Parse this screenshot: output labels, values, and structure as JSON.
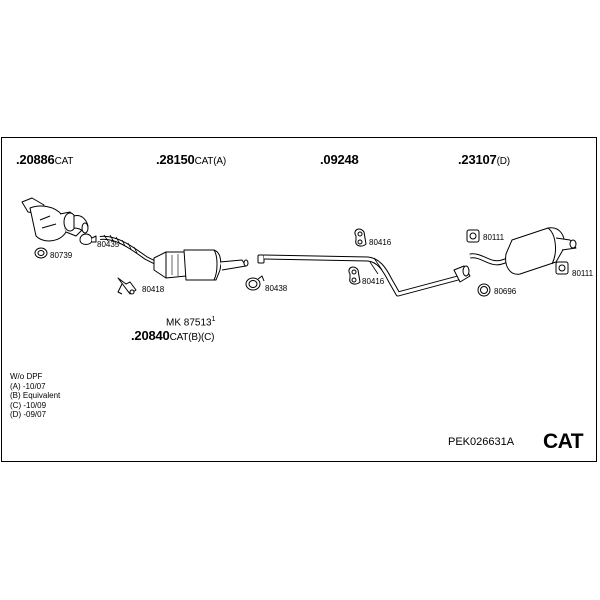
{
  "parts": {
    "p20886": {
      "num": ".20886",
      "suffix": "CAT"
    },
    "p28150": {
      "num": ".28150",
      "suffix": "CAT(A)"
    },
    "p09248": {
      "num": ".09248",
      "suffix": ""
    },
    "p23107": {
      "num": ".23107",
      "suffix": "(D)"
    },
    "p20840": {
      "num": ".20840",
      "suffix": "CAT(B)(C)"
    }
  },
  "mk": {
    "label": "MK 87513",
    "sup": "1"
  },
  "small_parts": {
    "s80739": "80739",
    "s80435": "80435",
    "s80418": "80418",
    "s80438": "80438",
    "s80416a": "80416",
    "s80416b": "80416",
    "s80111a": "80111",
    "s80111b": "80111",
    "s80696": "80696"
  },
  "notes": [
    "W/o DPF",
    "(A) -10/07",
    "(B) Equivalent",
    "(C) -10/09",
    "(D) -09/07"
  ],
  "kit_code": "PEK026631A",
  "badge": "CAT"
}
